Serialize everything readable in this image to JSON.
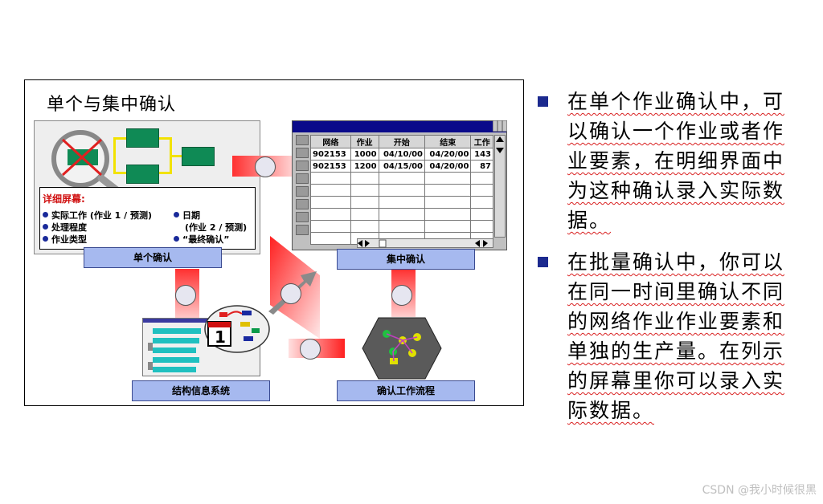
{
  "diagram": {
    "title": "单个与集中确认",
    "detail": {
      "heading": "详细屏幕:",
      "left_items": [
        "实际工作 (作业 1 / 预测)",
        "处理程度",
        "作业类型"
      ],
      "right_items": [
        "日期",
        "(作业 2 / 预测)",
        "“最终确认”"
      ]
    },
    "labels": {
      "single": "单个确认",
      "collective": "集中确认",
      "info_system": "结构信息系统",
      "workflow": "确认工作流程"
    },
    "table": {
      "headers": [
        "网络",
        "作业",
        "开始",
        "结束",
        "工作"
      ],
      "rows": [
        [
          "902153",
          "1000",
          "04/10/00",
          "04/20/00",
          "143"
        ],
        [
          "902153",
          "1200",
          "04/15/00",
          "04/20/00",
          "87"
        ]
      ]
    },
    "calendar_day": "1"
  },
  "bullets": [
    {
      "lines": [
        "在单个作业确认中，可",
        "以确认一个作业或者作",
        "业要素，在明细界面中",
        "为这种确认录入实际数",
        "据。"
      ]
    },
    {
      "lines": [
        "在批量确认中，你可以",
        "在同一时间里确认不同",
        "的网络作业作业要素和",
        "单独的生产量。在列示",
        "的屏幕里你可以录入实",
        "际数据。"
      ]
    }
  ],
  "watermark": "CSDN @我小时候很黑",
  "colors": {
    "accent": "#1c2a8f",
    "label_bg": "#a6b9ef",
    "green": "#0f8a55",
    "red": "#e02020"
  },
  "icons": [
    "magnifier-icon",
    "arrow-connector-icon",
    "calendar-icon",
    "workflow-hexagon-icon",
    "scroll-arrow-icon"
  ]
}
